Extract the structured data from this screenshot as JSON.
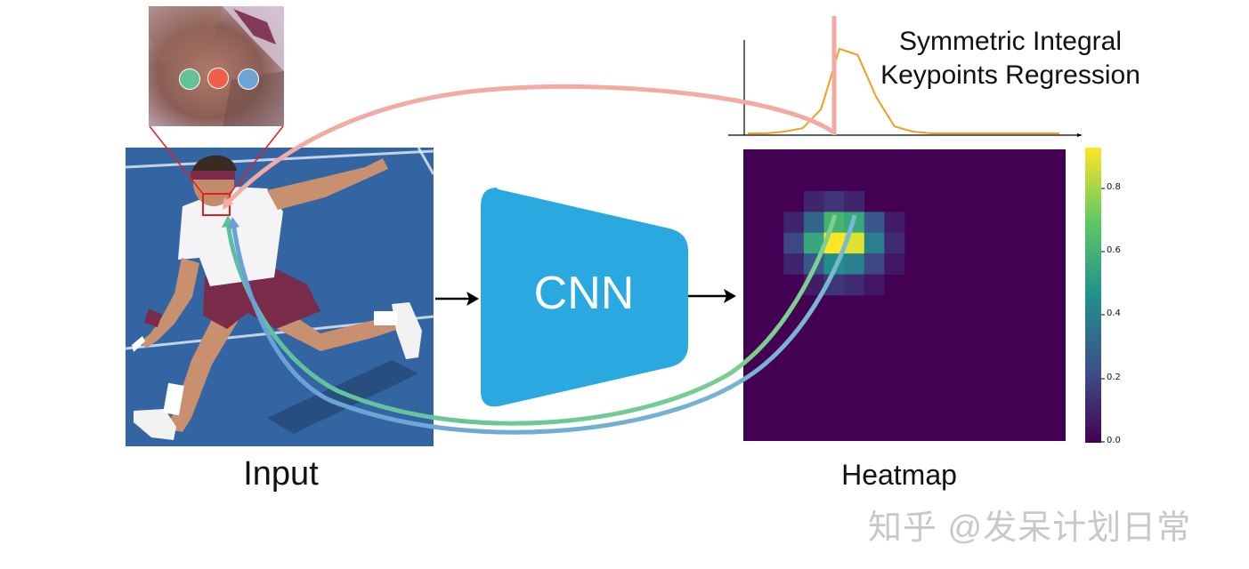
{
  "input_label": "Input",
  "cnn_label": "CNN",
  "heatmap_label": "Heatmap",
  "regression_title": [
    "Symmetric Integral",
    "Keypoints Regression"
  ],
  "colorbar_ticks": [
    "0.8",
    "0.6",
    "0.4",
    "0.2",
    "0.0"
  ],
  "watermark": "知乎 @发呆计划日常",
  "keypoint_colors": [
    "#63c19a",
    "#f06048",
    "#6fa3d6"
  ],
  "colors": {
    "cnn_block": "#2aa9e0",
    "heatmap_bg": "#440154",
    "curve": "#f0a020",
    "arrow_pink": "#f2aaa2",
    "arrow_green": "#66c49c",
    "arrow_blue": "#6ea6d8",
    "crop_box": "#e02020"
  },
  "chart_data": {
    "type": "heatmap",
    "colorbar_range": [
      0.0,
      0.92
    ],
    "colorbar_ticks": [
      0.0,
      0.2,
      0.4,
      0.6,
      0.8
    ],
    "cells": [
      {
        "col": 3,
        "row": 2,
        "v": 0.1
      },
      {
        "col": 4,
        "row": 2,
        "v": 0.15
      },
      {
        "col": 5,
        "row": 2,
        "v": 0.1
      },
      {
        "col": 2,
        "row": 3,
        "v": 0.1
      },
      {
        "col": 3,
        "row": 3,
        "v": 0.3
      },
      {
        "col": 4,
        "row": 3,
        "v": 0.6
      },
      {
        "col": 5,
        "row": 3,
        "v": 0.55
      },
      {
        "col": 6,
        "row": 3,
        "v": 0.25
      },
      {
        "col": 7,
        "row": 3,
        "v": 0.08
      },
      {
        "col": 2,
        "row": 4,
        "v": 0.2
      },
      {
        "col": 3,
        "row": 4,
        "v": 0.55
      },
      {
        "col": 4,
        "row": 4,
        "v": 0.92
      },
      {
        "col": 5,
        "row": 4,
        "v": 0.88
      },
      {
        "col": 6,
        "row": 4,
        "v": 0.4
      },
      {
        "col": 7,
        "row": 4,
        "v": 0.12
      },
      {
        "col": 2,
        "row": 5,
        "v": 0.1
      },
      {
        "col": 3,
        "row": 5,
        "v": 0.25
      },
      {
        "col": 4,
        "row": 5,
        "v": 0.45
      },
      {
        "col": 5,
        "row": 5,
        "v": 0.4
      },
      {
        "col": 6,
        "row": 5,
        "v": 0.2
      },
      {
        "col": 7,
        "row": 5,
        "v": 0.06
      },
      {
        "col": 3,
        "row": 6,
        "v": 0.08
      },
      {
        "col": 4,
        "row": 6,
        "v": 0.15
      },
      {
        "col": 5,
        "row": 6,
        "v": 0.12
      },
      {
        "col": 6,
        "row": 6,
        "v": 0.06
      }
    ],
    "marginal_curve": [
      0.0,
      0.0,
      0.02,
      0.06,
      0.28,
      0.97,
      0.9,
      0.42,
      0.08,
      0.02,
      0.0,
      0.0,
      0.0,
      0.0,
      0.0,
      0.0,
      0.0,
      0.0
    ]
  }
}
